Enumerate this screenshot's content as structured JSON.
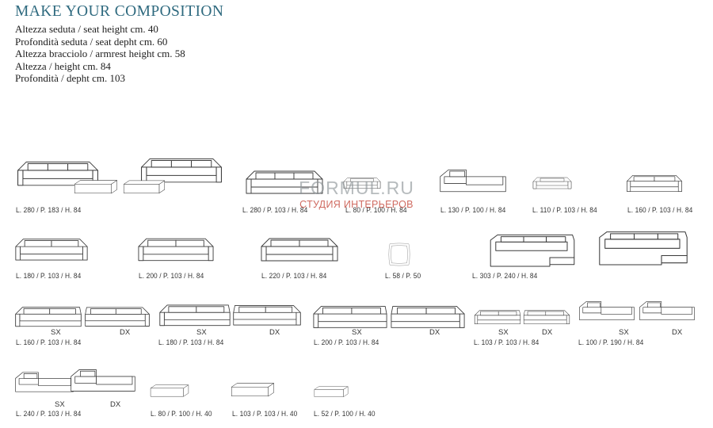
{
  "header": {
    "title": "MAKE YOUR COMPOSITION",
    "specs": [
      "Altezza seduta / seat height cm. 40",
      "Profondità seduta / seat depht cm. 60",
      "Altezza bracciolo / armrest height cm. 58",
      "Altezza / height cm. 84",
      "Profondità / depht cm. 103"
    ]
  },
  "captions": {
    "c1": "L. 280 / P. 183 / H. 84",
    "c2": "L. 280 / P. 103 / H. 84",
    "c3": "L. 80 / P. 100 / H. 84",
    "c4": "L. 130 / P. 100 / H. 84",
    "c5": "L. 110 / P. 103 / H. 84",
    "c6": "L. 160 / P. 103 / H. 84",
    "c7": "L. 180 / P. 103 / H. 84",
    "c8": "L. 200 / P. 103 / H. 84",
    "c9": "L. 220 / P. 103 / H. 84",
    "c10": "L. 58 / P. 50",
    "c11": "L. 303 / P. 240 / H. 84",
    "c12": "L. 160 / P. 103 / H. 84",
    "c13": "L. 180 / P. 103 / H. 84",
    "c14": "L. 200 / P. 103 / H. 84",
    "c15": "L. 103 / P. 103 / H. 84",
    "c16": "L. 100 / P. 190 / H. 84",
    "c17": "L. 240 / P. 103 / H. 84",
    "c18": "L. 80 / P. 100 / H. 40",
    "c19": "L. 103 / P. 103 / H. 40",
    "c20": "L. 52 / P. 100 / H. 40"
  },
  "side_labels": {
    "left": "SX",
    "right": "DX"
  },
  "watermark": {
    "brand": "FORMUL.RU",
    "tagline": "СТУДИЯ ИНТЕРЬЕРОВ"
  },
  "colors": {
    "title": "#2f6a7f",
    "line": "#3a3a3a",
    "watermark_red": "#c0392b"
  }
}
